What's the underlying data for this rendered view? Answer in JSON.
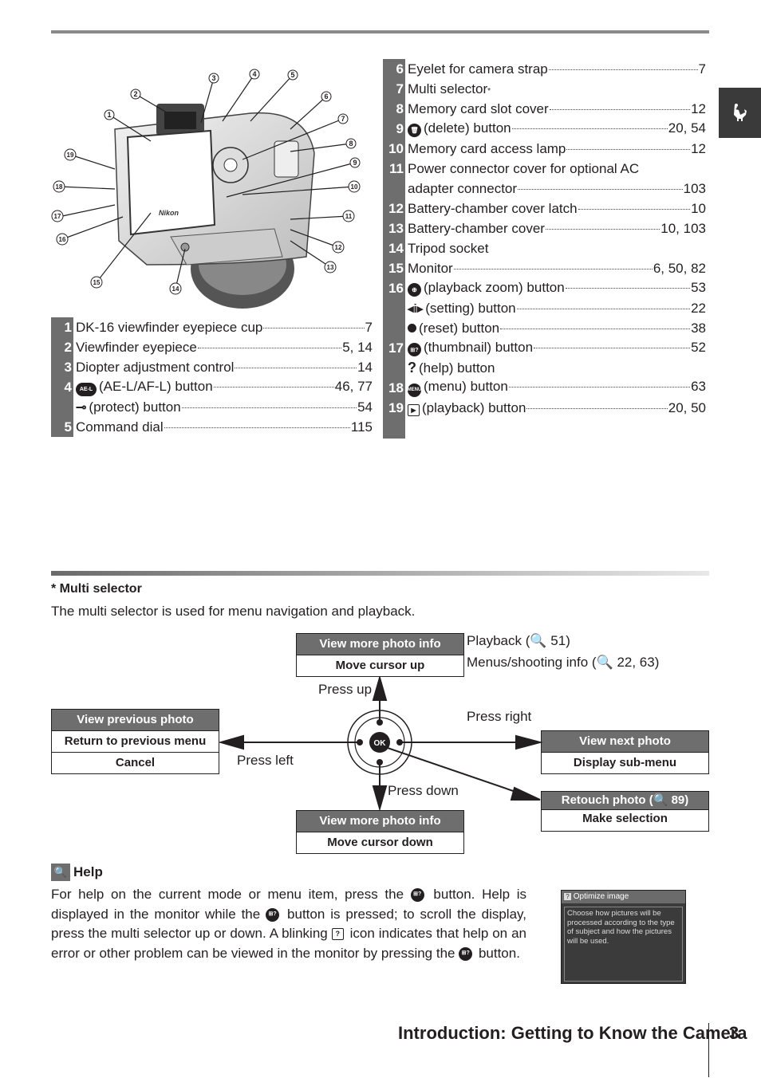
{
  "side_tab_icon": "rooster-icon",
  "left_table": [
    {
      "num": "1",
      "label": "DK-16 viewfinder eyepiece cup",
      "page": "7"
    },
    {
      "num": "2",
      "label": "Viewfinder eyepiece",
      "page": "5, 14"
    },
    {
      "num": "3",
      "label": "Diopter adjustment control",
      "page": "14"
    },
    {
      "num": "4",
      "icon": "AE-L",
      "label": "(AE-L/AF-L) button",
      "page": "46, 77"
    },
    {
      "num": "",
      "icon": "key",
      "label": "(protect) button",
      "page": "54"
    },
    {
      "num": "5",
      "label": "Command dial",
      "page": "115"
    }
  ],
  "right_table": [
    {
      "num": "6",
      "label": "Eyelet for camera strap",
      "page": "7"
    },
    {
      "num": "7",
      "label": "Multi selector",
      "sup": "*",
      "page": ""
    },
    {
      "num": "8",
      "label": "Memory card slot cover",
      "page": "12"
    },
    {
      "num": "9",
      "icon": "trash",
      "label": "(delete) button",
      "page": "20, 54"
    },
    {
      "num": "10",
      "label": "Memory card access lamp",
      "page": "12"
    },
    {
      "num": "11",
      "label": "Power connector cover for optional AC",
      "page": ""
    },
    {
      "num": "",
      "label": "adapter connector",
      "page": "103"
    },
    {
      "num": "12",
      "label": "Battery-chamber cover latch",
      "page": "10"
    },
    {
      "num": "13",
      "label": "Battery-chamber cover",
      "page": "10, 103"
    },
    {
      "num": "14",
      "label": "Tripod socket",
      "page": ""
    },
    {
      "num": "15",
      "label": "Monitor",
      "page": "6, 50, 82"
    },
    {
      "num": "16",
      "icon": "zoom",
      "label": "(playback zoom) button",
      "page": "53"
    },
    {
      "num": "",
      "icon": "setting",
      "label": "(setting) button",
      "page": "22"
    },
    {
      "num": "",
      "icon": "dot",
      "label": "(reset) button",
      "page": "38"
    },
    {
      "num": "17",
      "icon": "thumb",
      "label": "(thumbnail) button",
      "page": "52"
    },
    {
      "num": "",
      "icon": "help",
      "label": "(help) button",
      "page": ""
    },
    {
      "num": "18",
      "icon": "menu",
      "label": "(menu) button",
      "page": "63"
    },
    {
      "num": "19",
      "icon": "play",
      "label": "(playback) button",
      "page": "20, 50"
    }
  ],
  "callouts": [
    "1",
    "2",
    "3",
    "4",
    "5",
    "6",
    "7",
    "8",
    "9",
    "10",
    "11",
    "12",
    "13",
    "14",
    "15",
    "16",
    "17",
    "18",
    "19"
  ],
  "camera_brand": "Nikon",
  "multi_selector": {
    "title": "* Multi selector",
    "intro": "The multi selector is used for menu navigation and playback.",
    "up_box": [
      "View more photo info",
      "Move cursor up"
    ],
    "up_notes": [
      "Playback (",
      "51)",
      "Menus/shooting info (",
      "22, 63)"
    ],
    "left_box": [
      "View previous photo",
      "Return to previous menu",
      "Cancel"
    ],
    "right_box": [
      "View next photo",
      "Display sub-menu"
    ],
    "center_box": [
      "Retouch photo (",
      "89)",
      "Make selection"
    ],
    "down_box": [
      "View more photo info",
      "Move cursor down"
    ],
    "press_up": "Press up",
    "press_right": "Press right",
    "press_left": "Press left",
    "press_down": "Press down",
    "ok_label": "OK"
  },
  "help": {
    "title": "Help",
    "p1": "For help on the current mode or menu item, press the",
    "p2": "button.  Help is displayed in the monitor while the",
    "p3": "button is pressed; to scroll the display, press the multi selector up or down.  A blinking",
    "p4": "icon indicates that help on an error or other problem can be viewed in the monitor by pressing the",
    "p5": "button.",
    "screen_title": "Optimize image",
    "screen_text": "Choose how pictures will be processed according to the type of subject and how the pictures will be used."
  },
  "footer": {
    "title": "Introduction: Getting to Know the Camera",
    "page": "3"
  }
}
